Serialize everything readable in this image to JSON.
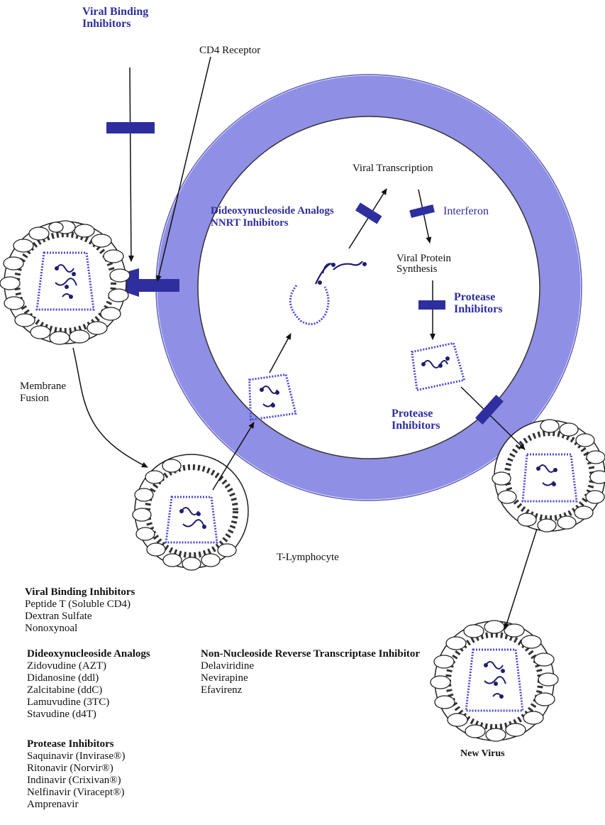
{
  "labels": {
    "viral_binding_title": [
      "Viral Binding",
      "Inhibitors"
    ],
    "cd4_receptor": "CD4 Receptor",
    "viral_transcription": "Viral Transcription",
    "interferon": "Interferon",
    "dideoxy_label": [
      "Dideoxynucleoside Analogs",
      "NNRT Inhibitors"
    ],
    "viral_protein_synthesis": [
      "Viral Protein",
      "Synthesis"
    ],
    "protease_inhibitors_1": [
      "Protease",
      "Inhibitors"
    ],
    "protease_inhibitors_2": [
      "Protease",
      "Inhibitors"
    ],
    "membrane_fusion": [
      "Membrane",
      "Fusion"
    ],
    "t_lymphocyte": "T-Lymphocyte",
    "new_virus": "New Virus"
  },
  "lists": {
    "viral_binding": {
      "heading": "Viral Binding Inhibitors",
      "items": [
        "Peptide T (Soluble CD4)",
        "Dextran Sulfate",
        "Nonoxynoal"
      ]
    },
    "dideoxy": {
      "heading": "Dideoxynucleoside Analogs",
      "items": [
        "Zidovudine (AZT)",
        "Didanosine (ddl)",
        "Zalcitabine (ddC)",
        "Lamuvudine (3TC)",
        "Stavudine (d4T)"
      ]
    },
    "nnrti": {
      "heading": "Non-Nucleoside Reverse Transcriptase Inhibitor",
      "items": [
        "Delaviridine",
        "Nevirapine",
        "Efavirenz"
      ]
    },
    "protease": {
      "heading": "Protease Inhibitors",
      "items": [
        "Saquinavir (Invirase®)",
        "Ritonavir (Norvir®)",
        "Indinavir (Crixivan®)",
        "Nelfinavir (Viracept®)",
        "Amprenavir"
      ]
    }
  },
  "colors": {
    "membrane": "#8f8fe6",
    "inhibitor_bar": "#2e2e9e",
    "label_blue": "#2e2e9e"
  }
}
